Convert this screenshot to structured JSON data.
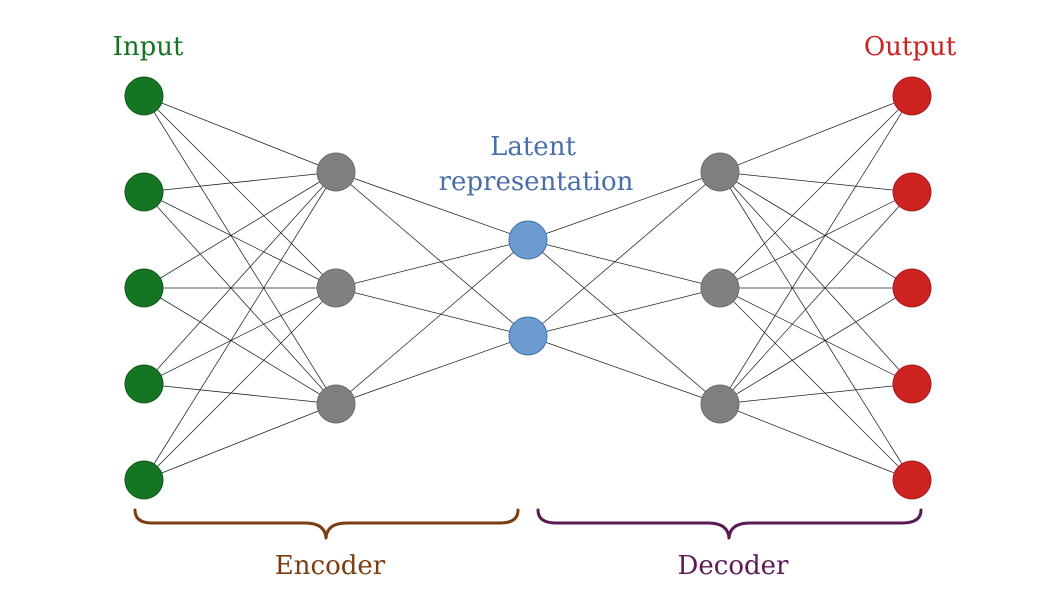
{
  "labels": {
    "input": "Input",
    "output": "Output",
    "latent_line1": "Latent",
    "latent_line2": "representation",
    "encoder": "Encoder",
    "decoder": "Decoder"
  },
  "layers": [
    {
      "name": "input",
      "count": 5
    },
    {
      "name": "encoder-hidden",
      "count": 3
    },
    {
      "name": "latent",
      "count": 2
    },
    {
      "name": "decoder-hidden",
      "count": 3
    },
    {
      "name": "output",
      "count": 5
    }
  ],
  "colors": {
    "input": "#147522",
    "hidden": "#808080",
    "latent": "#6b9bd1",
    "output": "#cc2222",
    "latent_label": "#4a6fa8",
    "encoder": "#7a3e12",
    "decoder": "#5c1a55",
    "edge": "#222222"
  }
}
